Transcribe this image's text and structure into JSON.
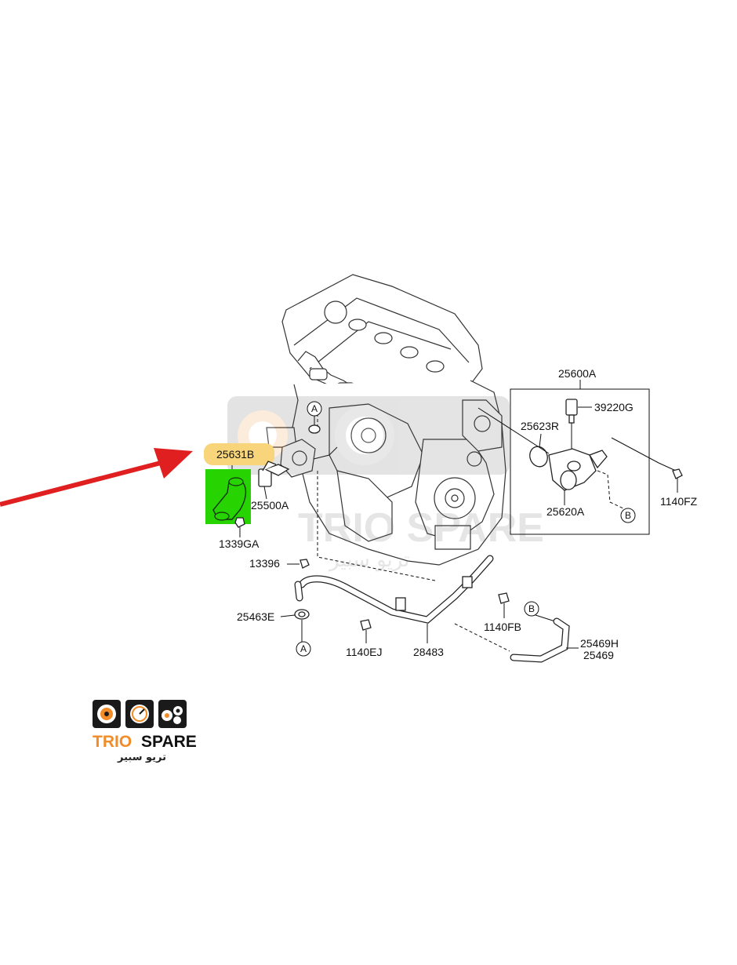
{
  "diagram": {
    "highlighted_part": "25631B",
    "parts": {
      "p25600A": "25600A",
      "p39220G": "39220G",
      "p25623R": "25623R",
      "p25631B": "25631B",
      "p25500A": "25500A",
      "p25620A": "25620A",
      "p1140FZ": "1140FZ",
      "p1339GA": "1339GA",
      "p13396": "13396",
      "p25463E": "25463E",
      "p1140FB": "1140FB",
      "p1140EJ": "1140EJ",
      "p28483": "28483",
      "p25469H": "25469H",
      "p25469": "25469"
    },
    "callouts": {
      "a_top": "A",
      "a_bottom": "A",
      "b_box": "B",
      "b_hose": "B"
    },
    "colors": {
      "highlight_label": "#f8d57a",
      "highlight_part": "#27d300",
      "arrow": "#e02020",
      "brand_accent": "#f28c28"
    }
  },
  "watermark": {
    "latin": "TRIO SPARE",
    "arabic": "تريو سبير"
  },
  "logo": {
    "brand_prefix": "TRIO",
    "brand_suffix": "SPARE",
    "arabic": "تريو سبير",
    "icons": [
      "speaker-icon",
      "speedometer-icon",
      "gears-icon"
    ]
  }
}
